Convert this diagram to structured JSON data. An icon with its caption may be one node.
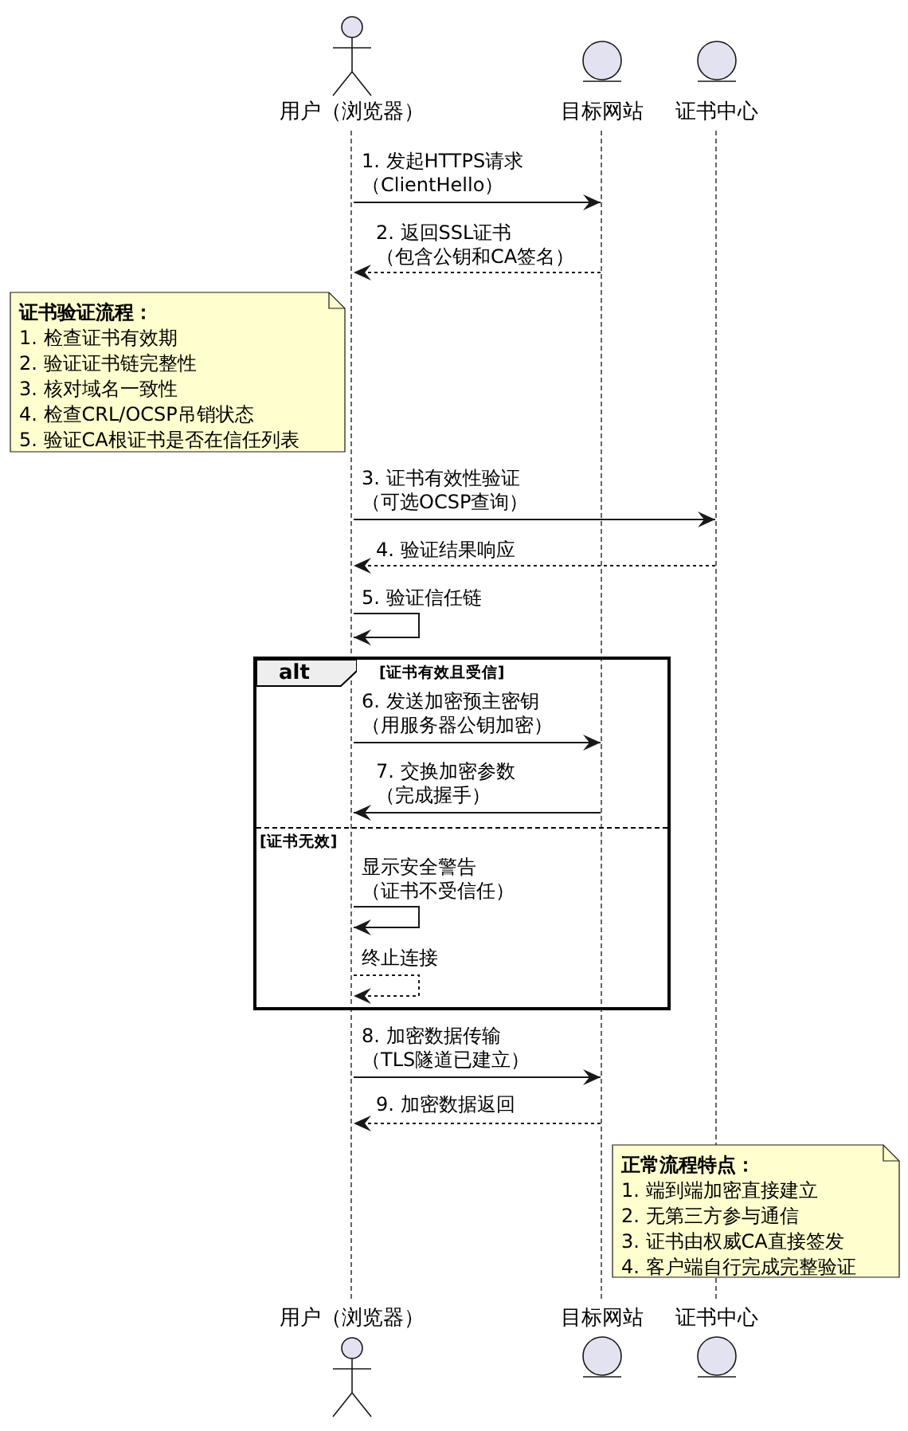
{
  "diagram": {
    "nodes": [
      {
        "text": [
          "用户（浏览器）"
        ]
      },
      {
        "text": [
          "目标网站"
        ]
      },
      {
        "text": [
          "证书中心"
        ]
      },
      {
        "text": [
          "用户（浏览器）"
        ]
      },
      {
        "text": [
          "目标网站"
        ]
      },
      {
        "text": [
          "证书中心"
        ]
      },
      {
        "text": [],
        "shape": "line"
      },
      {
        "text": [],
        "shape": "line"
      },
      {
        "text": [],
        "shape": "line"
      },
      {
        "text": [
          "证书验证流程：",
          "1. 检查证书有效期",
          "2. 验证证书链完整性",
          "3. 核对域名一致性",
          "4. 检查CRL/OCSP吊销状态",
          "5. 验证CA根证书是否在信任列表"
        ]
      },
      {
        "text": [
          "alt"
        ]
      },
      {
        "text": [
          "正常流程特点：",
          "1. 端到端加密直接建立",
          "2. 无第三方参与通信",
          "3. 证书由权威CA直接签发",
          "4. 客户端自行完成完整验证"
        ]
      }
    ],
    "edges": [
      {
        "from": 6,
        "to": 7,
        "arrow": "to",
        "label": "1. 发起HTTPS请求（ClientHello）"
      },
      {
        "from": 7,
        "to": 6,
        "arrow": "to",
        "style": "dashed",
        "label": "2. 返回SSL证书（包含公钥和CA签名）"
      },
      {
        "from": 6,
        "to": 8,
        "arrow": "to",
        "label": "3. 证书有效性验证（可选OCSP查询）"
      },
      {
        "from": 8,
        "to": 6,
        "arrow": "to",
        "style": "dashed",
        "label": "4. 验证结果响应"
      },
      {
        "from": 6,
        "to": 6,
        "arrow": "to",
        "label": "5. 验证信任链"
      },
      {
        "from": 6,
        "to": 7,
        "arrow": "to",
        "label": "6. 发送加密预主密钥（用服务器公钥加密）"
      },
      {
        "from": 7,
        "to": 6,
        "arrow": "to",
        "label": "7. 交换加密参数（完成握手）"
      },
      {
        "from": 6,
        "to": 6,
        "arrow": "to",
        "label": "显示安全警告（证书不受信任）"
      },
      {
        "from": 6,
        "to": 6,
        "arrow": "to",
        "style": "dashed",
        "label": "终止连接"
      },
      {
        "from": 6,
        "to": 7,
        "arrow": "to",
        "label": "8. 加密数据传输（TLS隧道已建立）"
      },
      {
        "from": 7,
        "to": 6,
        "arrow": "to",
        "style": "dashed",
        "label": "9. 加密数据返回"
      }
    ],
    "labels": [
      "[证书有效且受信]",
      "[证书无效]"
    ]
  }
}
